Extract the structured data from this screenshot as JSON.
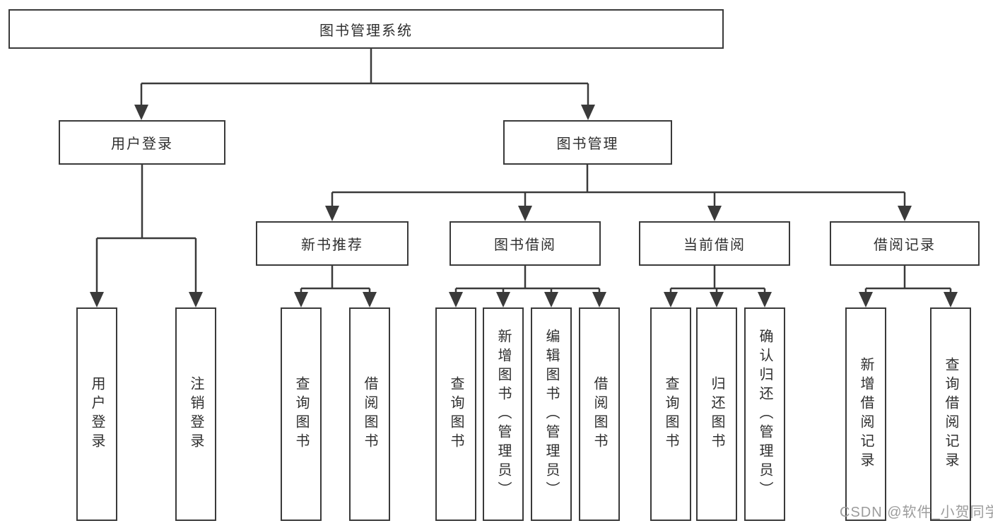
{
  "diagram": {
    "root": {
      "label": "图书管理系统",
      "children": [
        {
          "label": "用户登录",
          "children": [
            {
              "label": "用户登录"
            },
            {
              "label": "注销登录"
            }
          ]
        },
        {
          "label": "图书管理",
          "children": [
            {
              "label": "新书推荐",
              "children": [
                {
                  "label": "查询图书"
                },
                {
                  "label": "借阅图书"
                }
              ]
            },
            {
              "label": "图书借阅",
              "children": [
                {
                  "label": "查询图书"
                },
                {
                  "label": "新增图书（管理员）"
                },
                {
                  "label": "编辑图书（管理员）"
                },
                {
                  "label": "借阅图书"
                }
              ]
            },
            {
              "label": "当前借阅",
              "children": [
                {
                  "label": "查询图书"
                },
                {
                  "label": "归还图书"
                },
                {
                  "label": "确认归还（管理员）"
                }
              ]
            },
            {
              "label": "借阅记录",
              "children": [
                {
                  "label": "新增借阅记录"
                },
                {
                  "label": "查询借阅记录"
                }
              ]
            }
          ]
        }
      ]
    },
    "colors": {
      "line": "#3a3a3a",
      "text": "#2f2f2f",
      "background": "#ffffff",
      "watermark_gray": "#9c9c9c"
    }
  },
  "watermark": "CSDN @软件_小贺同学"
}
